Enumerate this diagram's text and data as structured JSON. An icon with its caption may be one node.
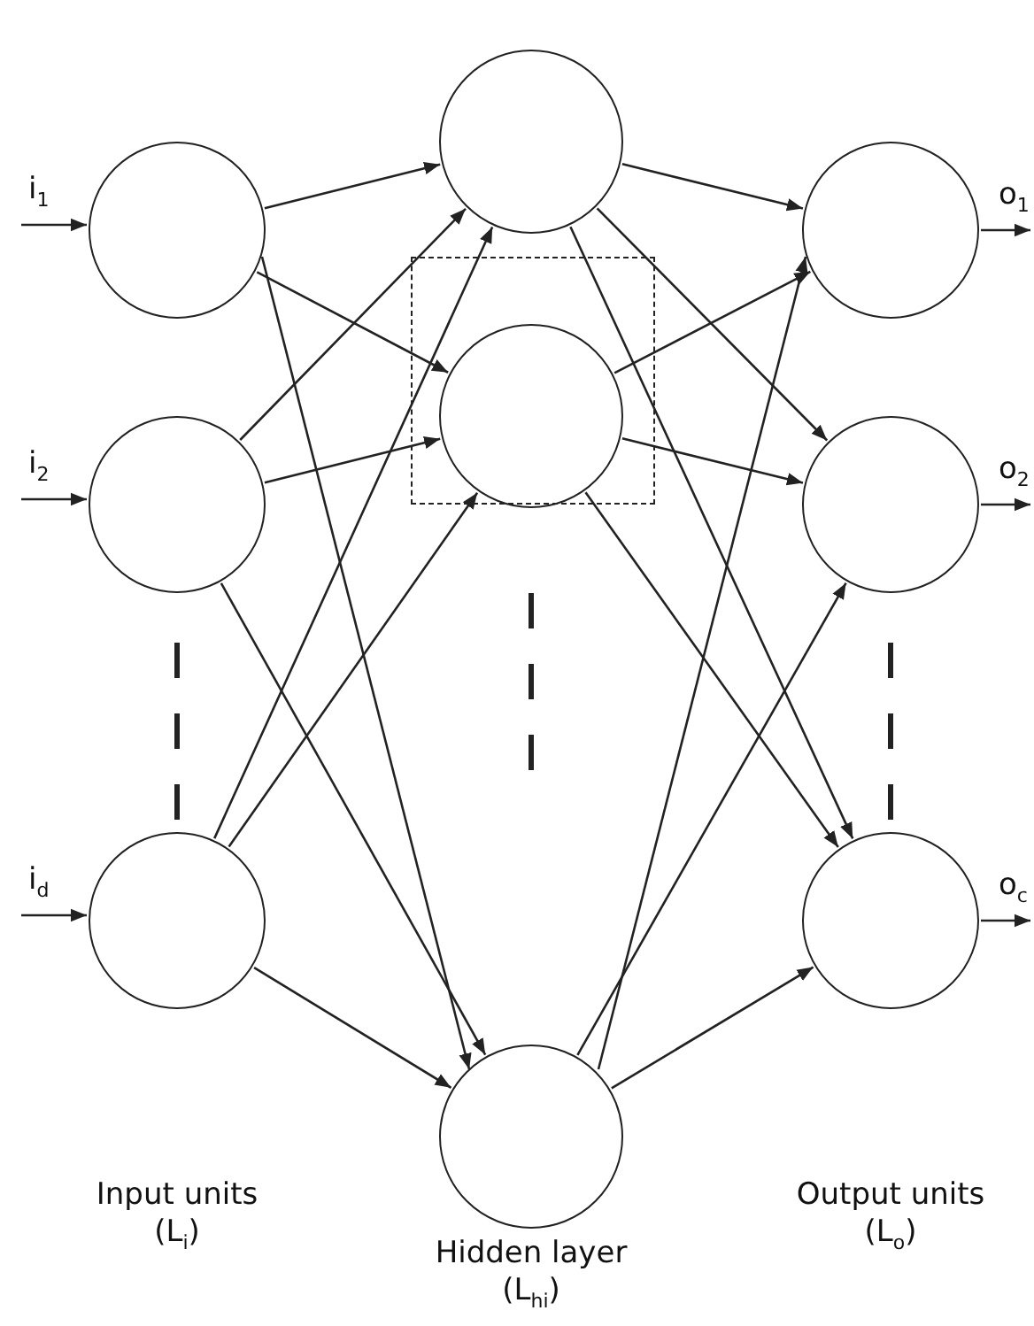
{
  "diagram": {
    "nodes": [
      {
        "text": [],
        "shape": "circle"
      },
      {
        "text": [],
        "shape": "circle"
      },
      {
        "text": [],
        "shape": "circle"
      },
      {
        "text": [],
        "shape": "box"
      },
      {
        "text": [],
        "shape": "circle"
      },
      {
        "text": [],
        "shape": "circle",
        "in": 3
      },
      {
        "text": [],
        "shape": "circle"
      },
      {
        "text": [],
        "shape": "circle"
      },
      {
        "text": [],
        "shape": "circle"
      },
      {
        "text": [],
        "shape": "circle"
      }
    ],
    "edges": [
      {
        "from": null,
        "to": 0,
        "arrow": "to",
        "label": "i$_{1}$"
      },
      {
        "from": null,
        "to": 1,
        "arrow": "to",
        "label": "i$_{2}$"
      },
      {
        "from": null,
        "to": 2,
        "arrow": "to",
        "label": "i$_{d}$"
      },
      {
        "from": 0,
        "to": 4,
        "arrow": "to"
      },
      {
        "from": 0,
        "to": 5,
        "arrow": "to"
      },
      {
        "from": 0,
        "to": 6,
        "arrow": "to"
      },
      {
        "from": 1,
        "to": 4,
        "arrow": "to"
      },
      {
        "from": 1,
        "to": 5,
        "arrow": "to"
      },
      {
        "from": 1,
        "to": 6,
        "arrow": "to"
      },
      {
        "from": 2,
        "to": 4,
        "arrow": "to"
      },
      {
        "from": 2,
        "to": 5,
        "arrow": "to"
      },
      {
        "from": 2,
        "to": 6,
        "arrow": "to"
      },
      {
        "from": 4,
        "to": 7,
        "arrow": "to"
      },
      {
        "from": 4,
        "to": 8,
        "arrow": "to"
      },
      {
        "from": 4,
        "to": 9,
        "arrow": "to"
      },
      {
        "from": 5,
        "to": 7,
        "arrow": "to"
      },
      {
        "from": 5,
        "to": 8,
        "arrow": "to"
      },
      {
        "from": 5,
        "to": 9,
        "arrow": "to"
      },
      {
        "from": 6,
        "to": 7,
        "arrow": "to"
      },
      {
        "from": 6,
        "to": 8,
        "arrow": "to"
      },
      {
        "from": 6,
        "to": 9,
        "arrow": "to"
      },
      {
        "from": 7,
        "to": null,
        "arrow": "to",
        "label": "o$_{1}$"
      },
      {
        "from": 8,
        "to": null,
        "arrow": "to",
        "label": "o$_{2}$"
      },
      {
        "from": 9,
        "to": null,
        "arrow": "to",
        "label": "o$_{c}$"
      }
    ],
    "labels": [
      "Input units (L$_{i}$)",
      "Hidden layer (L$_{hi}$)",
      "Output units (L$_{o}$)"
    ]
  }
}
